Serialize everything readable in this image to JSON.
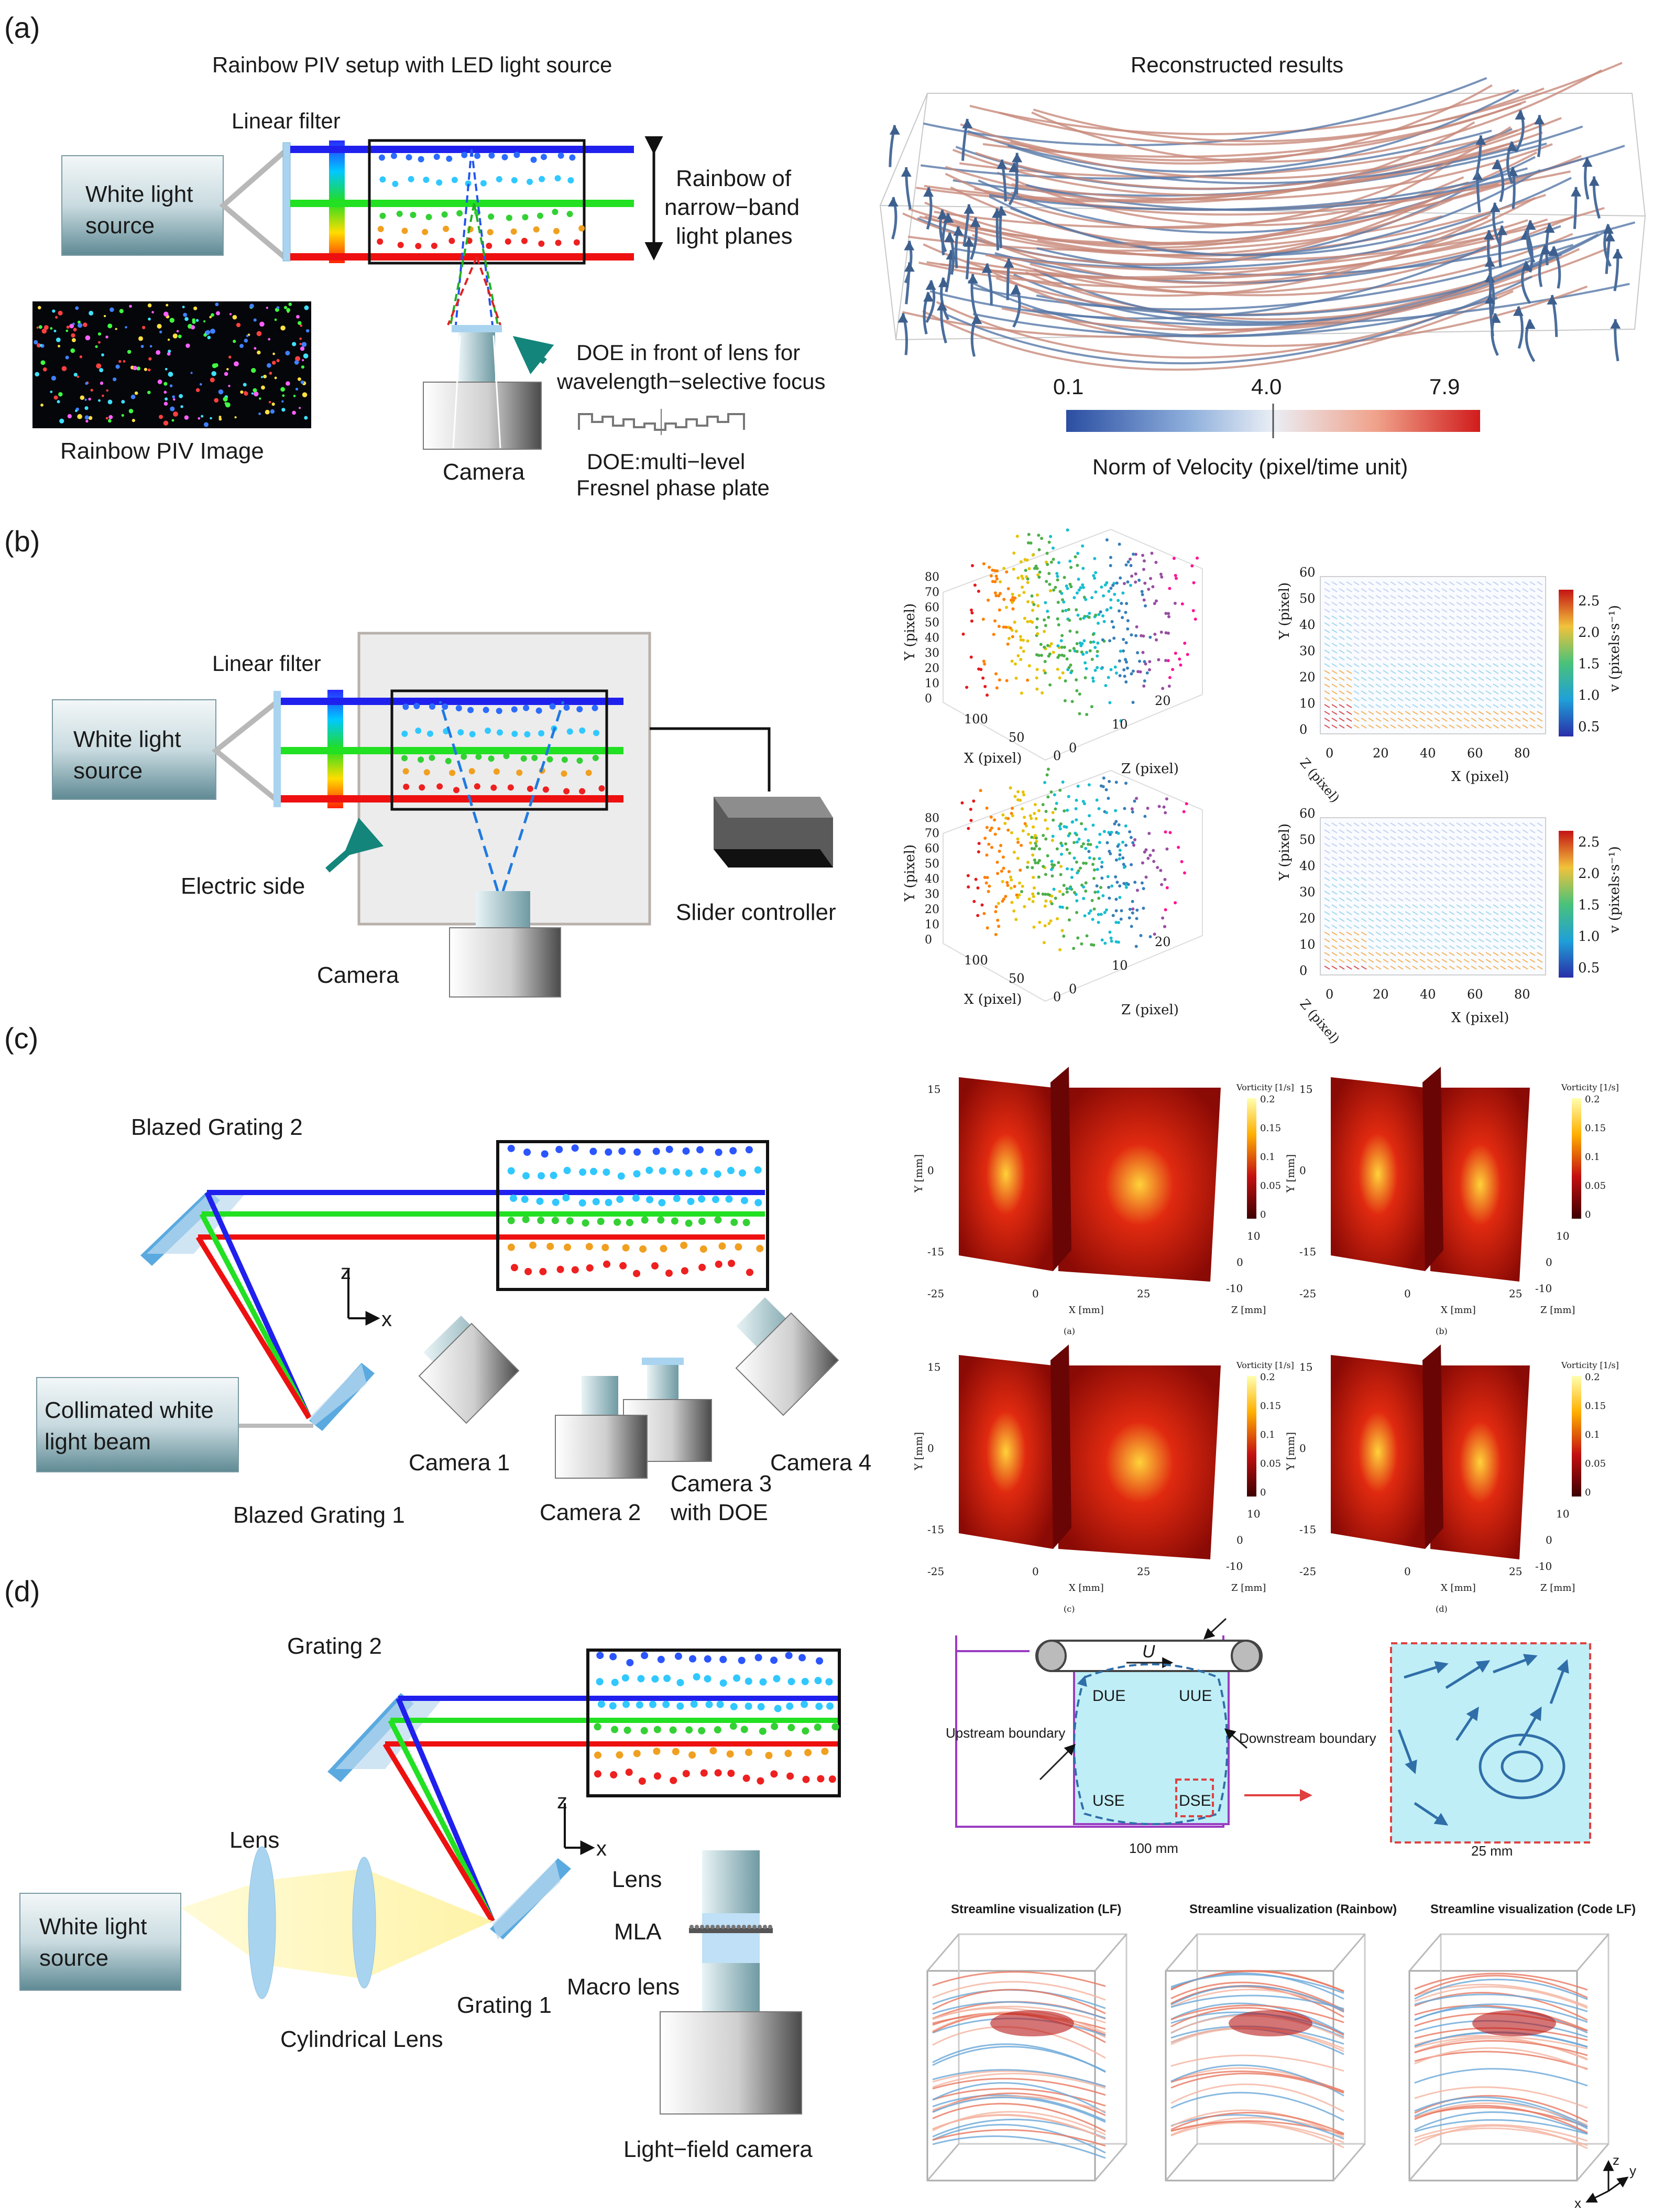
{
  "panel_labels": [
    "(a)",
    "(b)",
    "(c)",
    "(d)"
  ],
  "a": {
    "title": "Rainbow PIV setup with LED light source",
    "linear_filter": "Linear filter",
    "source_line1": "White light",
    "source_line2": "source",
    "rainbow_line1": "Rainbow of",
    "rainbow_line2": "narrow−band",
    "rainbow_line3": "light planes",
    "doe_line1": "DOE in front of lens for",
    "doe_line2": "wavelength−selective focus",
    "piv_image": "Rainbow PIV Image",
    "camera": "Camera",
    "doe_plate_line1": "DOE:multi−level",
    "doe_plate_line2": "Fresnel phase plate",
    "results_title": "Reconstructed results",
    "cbar_min": "0.1",
    "cbar_mid": "4.0",
    "cbar_max": "7.9",
    "cbar_label": "Norm of Velocity (pixel/time unit)"
  },
  "b": {
    "linear_filter": "Linear filter",
    "source_line1": "White light",
    "source_line2": "source",
    "electric_side": "Electric side",
    "camera": "Camera",
    "slider": "Slider controller",
    "y_axis": "Y (pixel)",
    "x_axis": "X (pixel)",
    "z_axis": "Z (pixel)",
    "cbar_label": "v (pixels·s⁻¹)",
    "scatter_yticks": [
      "0",
      "10",
      "20",
      "30",
      "40",
      "50",
      "60",
      "70",
      "80"
    ],
    "scatter_xticks": [
      "100",
      "50",
      "0"
    ],
    "scatter_zticks": [
      "0",
      "10",
      "20"
    ],
    "vec_yticks": [
      "0",
      "10",
      "20",
      "30",
      "40",
      "50",
      "60"
    ],
    "vec_xticks": [
      "0",
      "20",
      "40",
      "60",
      "80"
    ],
    "cbar_ticks": [
      "2.5",
      "2.0",
      "1.5",
      "1.0",
      "0.5"
    ]
  },
  "c": {
    "grating2": "Blazed Grating 2",
    "grating1": "Blazed Grating 1",
    "z": "z",
    "x": "x",
    "beam_line1": "Collimated white",
    "beam_line2": "light beam",
    "camera1": "Camera 1",
    "camera2": "Camera 2",
    "camera3_line1": "Camera 3",
    "camera3_line2": "with DOE",
    "camera4": "Camera 4",
    "ylabel": "Y [mm]",
    "xlabel": "X [mm]",
    "zlabel": "Z [mm]",
    "vort_label": "Vorticity [1/s]",
    "sub_labels": [
      "(a)",
      "(b)",
      "(c)",
      "(d)"
    ],
    "y_ticks": [
      "15",
      "0",
      "-15"
    ],
    "x_ticks": [
      "-25",
      "0",
      "25"
    ],
    "z_ticks": [
      "-10",
      "0",
      "10"
    ],
    "cbar_ticks": [
      "0.2",
      "0.15",
      "0.1",
      "0.05",
      "0"
    ]
  },
  "d": {
    "grating2": "Grating 2",
    "grating1": "Grating 1",
    "lens": "Lens",
    "cyl_lens": "Cylindrical Lens",
    "source_line1": "White light",
    "source_line2": "source",
    "z": "z",
    "x": "x",
    "cam_lens": "Lens",
    "mla": "MLA",
    "macro": "Macro lens",
    "lf_camera": "Light−field camera",
    "U": "U",
    "due": "DUE",
    "uue": "UUE",
    "use": "USE",
    "dse": "DSE",
    "upstream": "Upstream boundary",
    "downstream": "Downstream boundary",
    "dim1": "100 mm",
    "dim2": "25 mm",
    "stream_lf": "Streamline visualization (LF)",
    "stream_rainbow": "Streamline visualization (Rainbow)",
    "stream_code": "Streamline visualization (Code LF)",
    "axis_z": "z",
    "axis_y": "y",
    "axis_x": "x"
  }
}
